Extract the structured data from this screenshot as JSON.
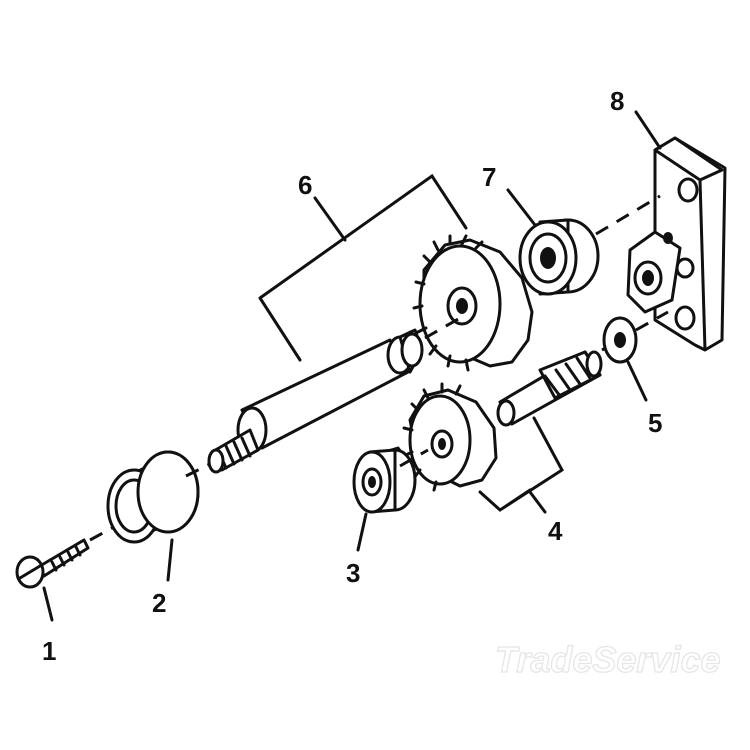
{
  "diagram": {
    "callouts": [
      {
        "id": "1",
        "label": "1"
      },
      {
        "id": "2",
        "label": "2"
      },
      {
        "id": "3",
        "label": "3"
      },
      {
        "id": "4",
        "label": "4"
      },
      {
        "id": "5",
        "label": "5"
      },
      {
        "id": "6",
        "label": "6"
      },
      {
        "id": "7",
        "label": "7"
      },
      {
        "id": "8",
        "label": "8"
      }
    ],
    "watermark": "TradeService"
  },
  "colors": {
    "ink": "#111111",
    "background": "#ffffff",
    "watermark": "#e6e6e6"
  }
}
